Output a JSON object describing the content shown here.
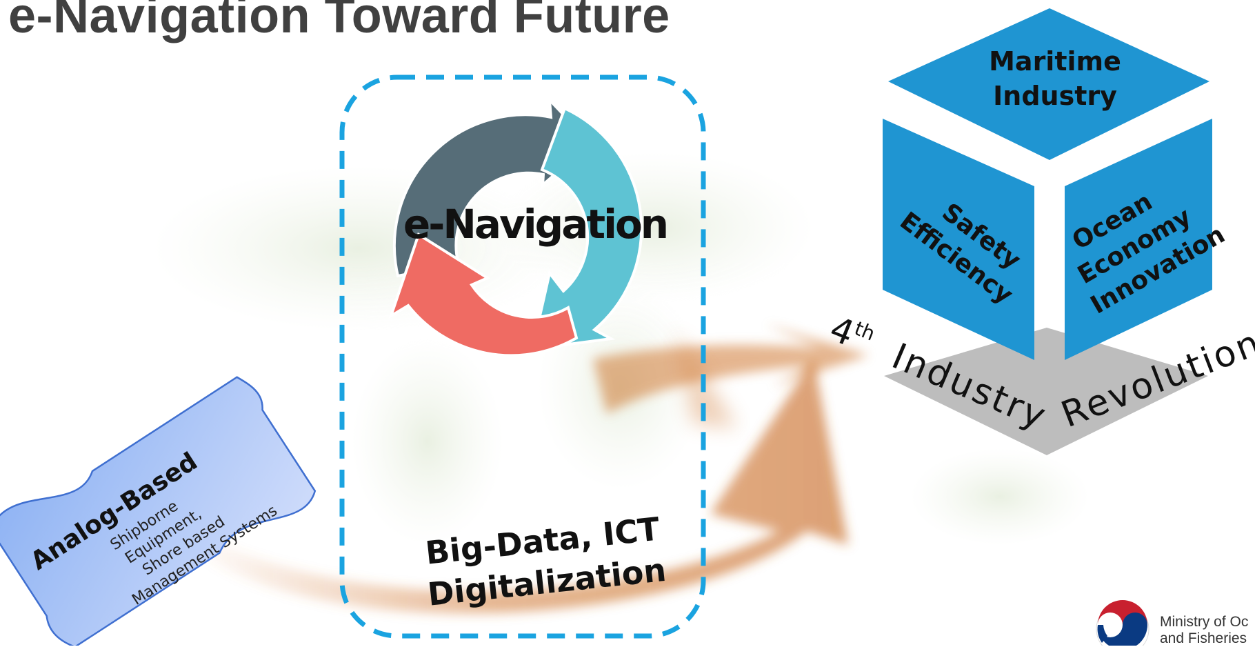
{
  "title": "e-Navigation Toward Future",
  "analog": {
    "heading": "Analog-Based",
    "lines": [
      "Shipborne",
      "Equipment,",
      "Shore based",
      "Management Systems"
    ]
  },
  "cycle": {
    "label": "e-Navigation"
  },
  "bigdata": {
    "line1": "Big-Data, ICT",
    "line2": "Digitalization"
  },
  "cube": {
    "top": [
      "Maritime",
      "Industry"
    ],
    "left": [
      "Safety",
      "Efficiency"
    ],
    "right": [
      "Ocean",
      "Economy",
      "Innovation"
    ]
  },
  "revolution": {
    "number": "4",
    "suffix": "th",
    "word1": "Industry",
    "word2": "Revolution"
  },
  "ministry": {
    "line1": "Ministry of Oc",
    "line2": "and Fisheries"
  },
  "colors": {
    "title": "#404040",
    "dashed_frame": "#1aa3e0",
    "cycle_dark": "#566d78",
    "cycle_teal": "#5ec3d3",
    "cycle_red": "#ef6b63",
    "cube_blue": "#1f95d2",
    "cube_base": "#bdbdbd",
    "scroll_fill": "#a9c4f7",
    "arrow": "#d07a35"
  }
}
